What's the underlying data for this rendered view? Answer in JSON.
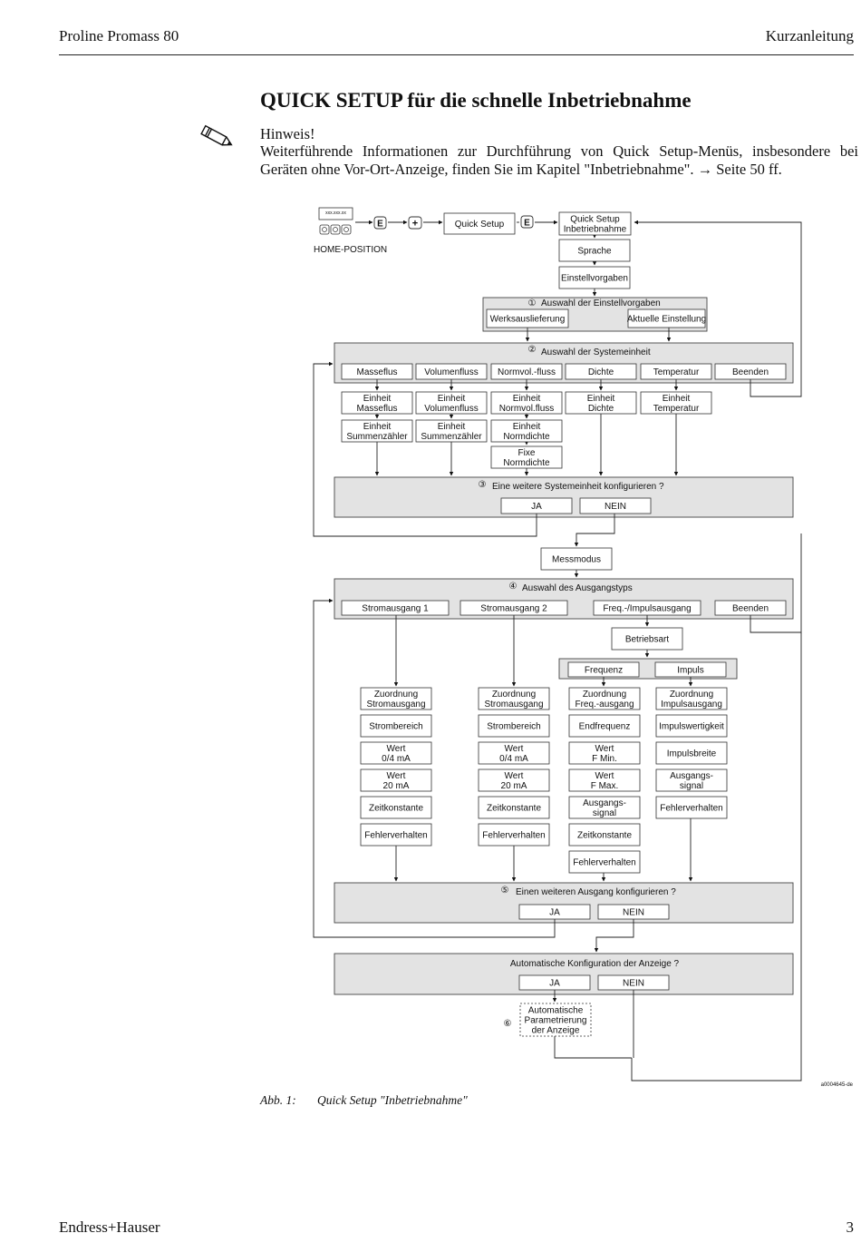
{
  "header": {
    "left": "Proline Promass 80",
    "right": "Kurzanleitung"
  },
  "title": "QUICK SETUP für die schnelle Inbetriebnahme",
  "note": {
    "heading": "Hinweis!",
    "text": "Weiterführende Informationen zur Durchführung von Quick Setup-Menüs, insbesondere bei Geräten ohne Vor-Ort-Anzeige, finden Sie im Kapitel \"Inbetriebnahme\". → Seite 50 ff."
  },
  "diagram": {
    "display_text": "xxx.xxx.xx",
    "key_e": "E",
    "key_plus": "+",
    "home_position": "HOME-POSITION",
    "quick_setup": "Quick Setup",
    "qs_inbetriebnahme_1": "Quick Setup",
    "qs_inbetriebnahme_2": "Inbetriebnahme",
    "sprache": "Sprache",
    "einstellvorgaben": "Einstellvorgaben",
    "n1": "①",
    "n2": "②",
    "n3": "③",
    "n4": "④",
    "n5": "⑤",
    "n6": "⑥",
    "auswahl_einstellvorgaben": "Auswahl der Einstellvorgaben",
    "werksauslieferung": "Werksauslieferung",
    "aktuelle_einstellung": "Aktuelle Einstellung",
    "auswahl_systemeinheit": "Auswahl der Systemeinheit",
    "sys_options": [
      "Masseflus",
      "Volumenfluss",
      "Normvol.-fluss",
      "Dichte",
      "Temperatur",
      "Beenden"
    ],
    "einheit": "Einheit",
    "einheit_masse": "Masseflus",
    "einheit_volumen": "Volumenfluss",
    "einheit_normvol": "Normvol.fluss",
    "einheit_dichte": "Dichte",
    "einheit_temperatur": "Temperatur",
    "summenzaehler": "Summenzähler",
    "normdichte": "Normdichte",
    "fixe": "Fixe",
    "weitere_systemeinheit": "Eine weitere Systemeinheit konfigurieren ?",
    "ja": "JA",
    "nein": "NEIN",
    "messmodus": "Messmodus",
    "auswahl_ausgangstyps": "Auswahl des Ausgangstyps",
    "out_options": [
      "Stromausgang 1",
      "Stromausgang 2",
      "Freq.-/Impulsausgang",
      "Beenden"
    ],
    "betriebsart": "Betriebsart",
    "frequenz": "Frequenz",
    "impuls": "Impuls",
    "zuordnung": "Zuordnung",
    "stromausgang": "Stromausgang",
    "freq_ausgang": "Freq.-ausgang",
    "impulsausgang": "Impulsausgang",
    "strombereich": "Strombereich",
    "wert": "Wert",
    "wert_04": "0/4 mA",
    "wert_20": "20 mA",
    "zeitkonstante": "Zeitkonstante",
    "fehlerverhalten": "Fehlerverhalten",
    "endfrequenz": "Endfrequenz",
    "f_min": "F Min.",
    "f_max": "F Max.",
    "ausgangs": "Ausgangs-",
    "signal": "signal",
    "impulswertigkeit": "Impulswertigkeit",
    "impulsbreite": "Impulsbreite",
    "weiteren_ausgang": "Einen weiteren Ausgang konfigurieren ?",
    "auto_konfig": "Automatische Konfiguration der Anzeige ?",
    "auto_param_1": "Automatische",
    "auto_param_2": "Parametrierung",
    "auto_param_3": "der Anzeige",
    "figure_id": "a0004645-de"
  },
  "caption": {
    "label": "Abb. 1:",
    "text": "Quick Setup \"Inbetriebnahme\""
  },
  "footer": {
    "left": "Endress+Hauser",
    "right": "3"
  }
}
